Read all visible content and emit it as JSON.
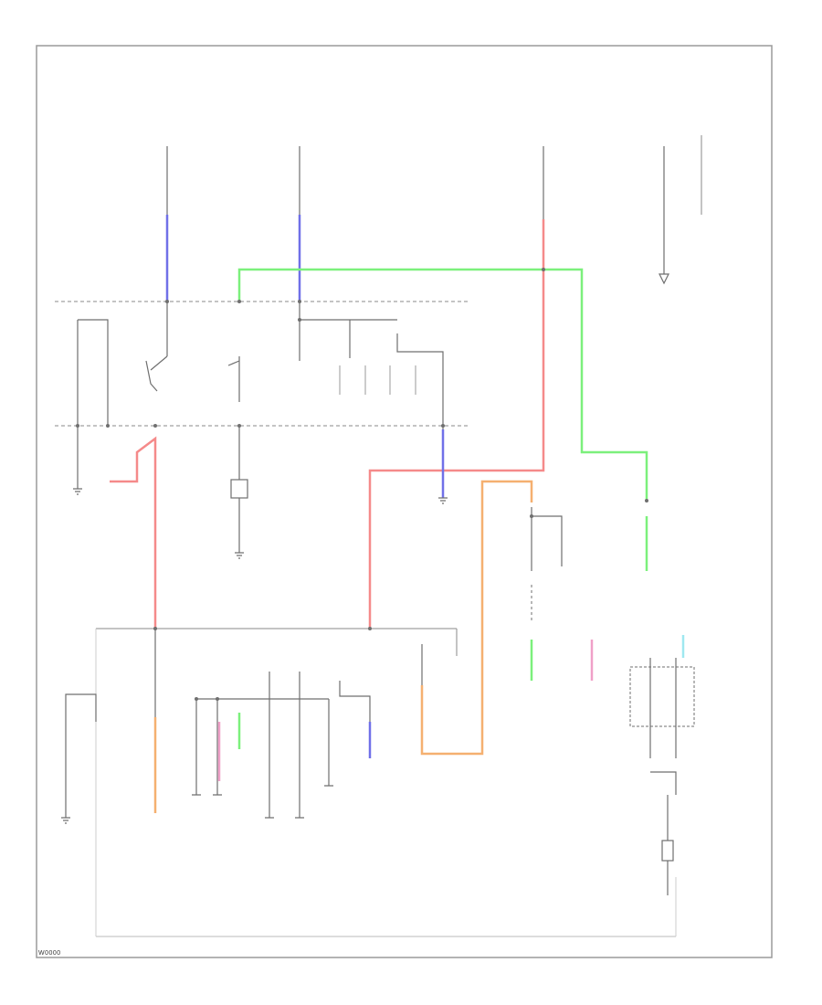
{
  "figure_id": "W0000",
  "colors": {
    "frame": "#9a9a9a",
    "wire": "#6f6f6f",
    "bus": "#8a8a8a",
    "text": "#8c8c8c",
    "highlight_green": "#7cf07c",
    "highlight_red": "#f58a8a",
    "highlight_blue": "#7070e8",
    "highlight_orange": "#f5b070",
    "highlight_pink": "#f0a0c8",
    "highlight_cyan": "#9fe8f0"
  },
  "wire_highlights": [
    "green",
    "red",
    "blue",
    "orange",
    "pink",
    "cyan"
  ]
}
